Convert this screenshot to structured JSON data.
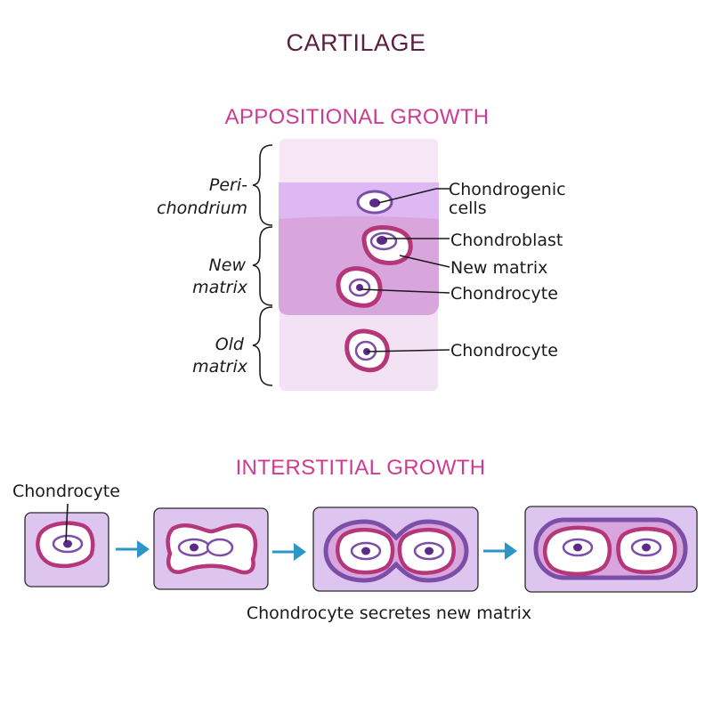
{
  "title": "CARTILAGE",
  "appositional": {
    "heading": "APPOSITIONAL GROWTH",
    "zones": {
      "perichondrium_line1": "Peri-",
      "perichondrium_line2": "chondrium",
      "new_matrix_line1": "New",
      "new_matrix_line2": "matrix",
      "old_matrix_line1": "Old",
      "old_matrix_line2": "matrix"
    },
    "labels": {
      "chondrogenic_line1": "Chondrogenic",
      "chondrogenic_line2": "cells",
      "chondroblast": "Chondroblast",
      "new_matrix": "New matrix",
      "chondrocyte_upper": "Chondrocyte",
      "chondrocyte_lower": "Chondrocyte"
    }
  },
  "interstitial": {
    "heading": "INTERSTITIAL GROWTH",
    "chondrocyte_label": "Chondrocyte",
    "caption": "Chondrocyte secretes new matrix"
  },
  "colors": {
    "title": "#5b1e3e",
    "heading": "#cc3d92",
    "cell_ring": "#b5377a",
    "nucleus": "#5d2a8a",
    "lacuna_purple": "#7b4fa8",
    "arrow": "#2e95c7",
    "box_fill": "#dec5f0",
    "matrix_new": "#d8a6dd",
    "perichondrium": "#ddb8f2",
    "old_matrix": "#f3e1f4"
  }
}
